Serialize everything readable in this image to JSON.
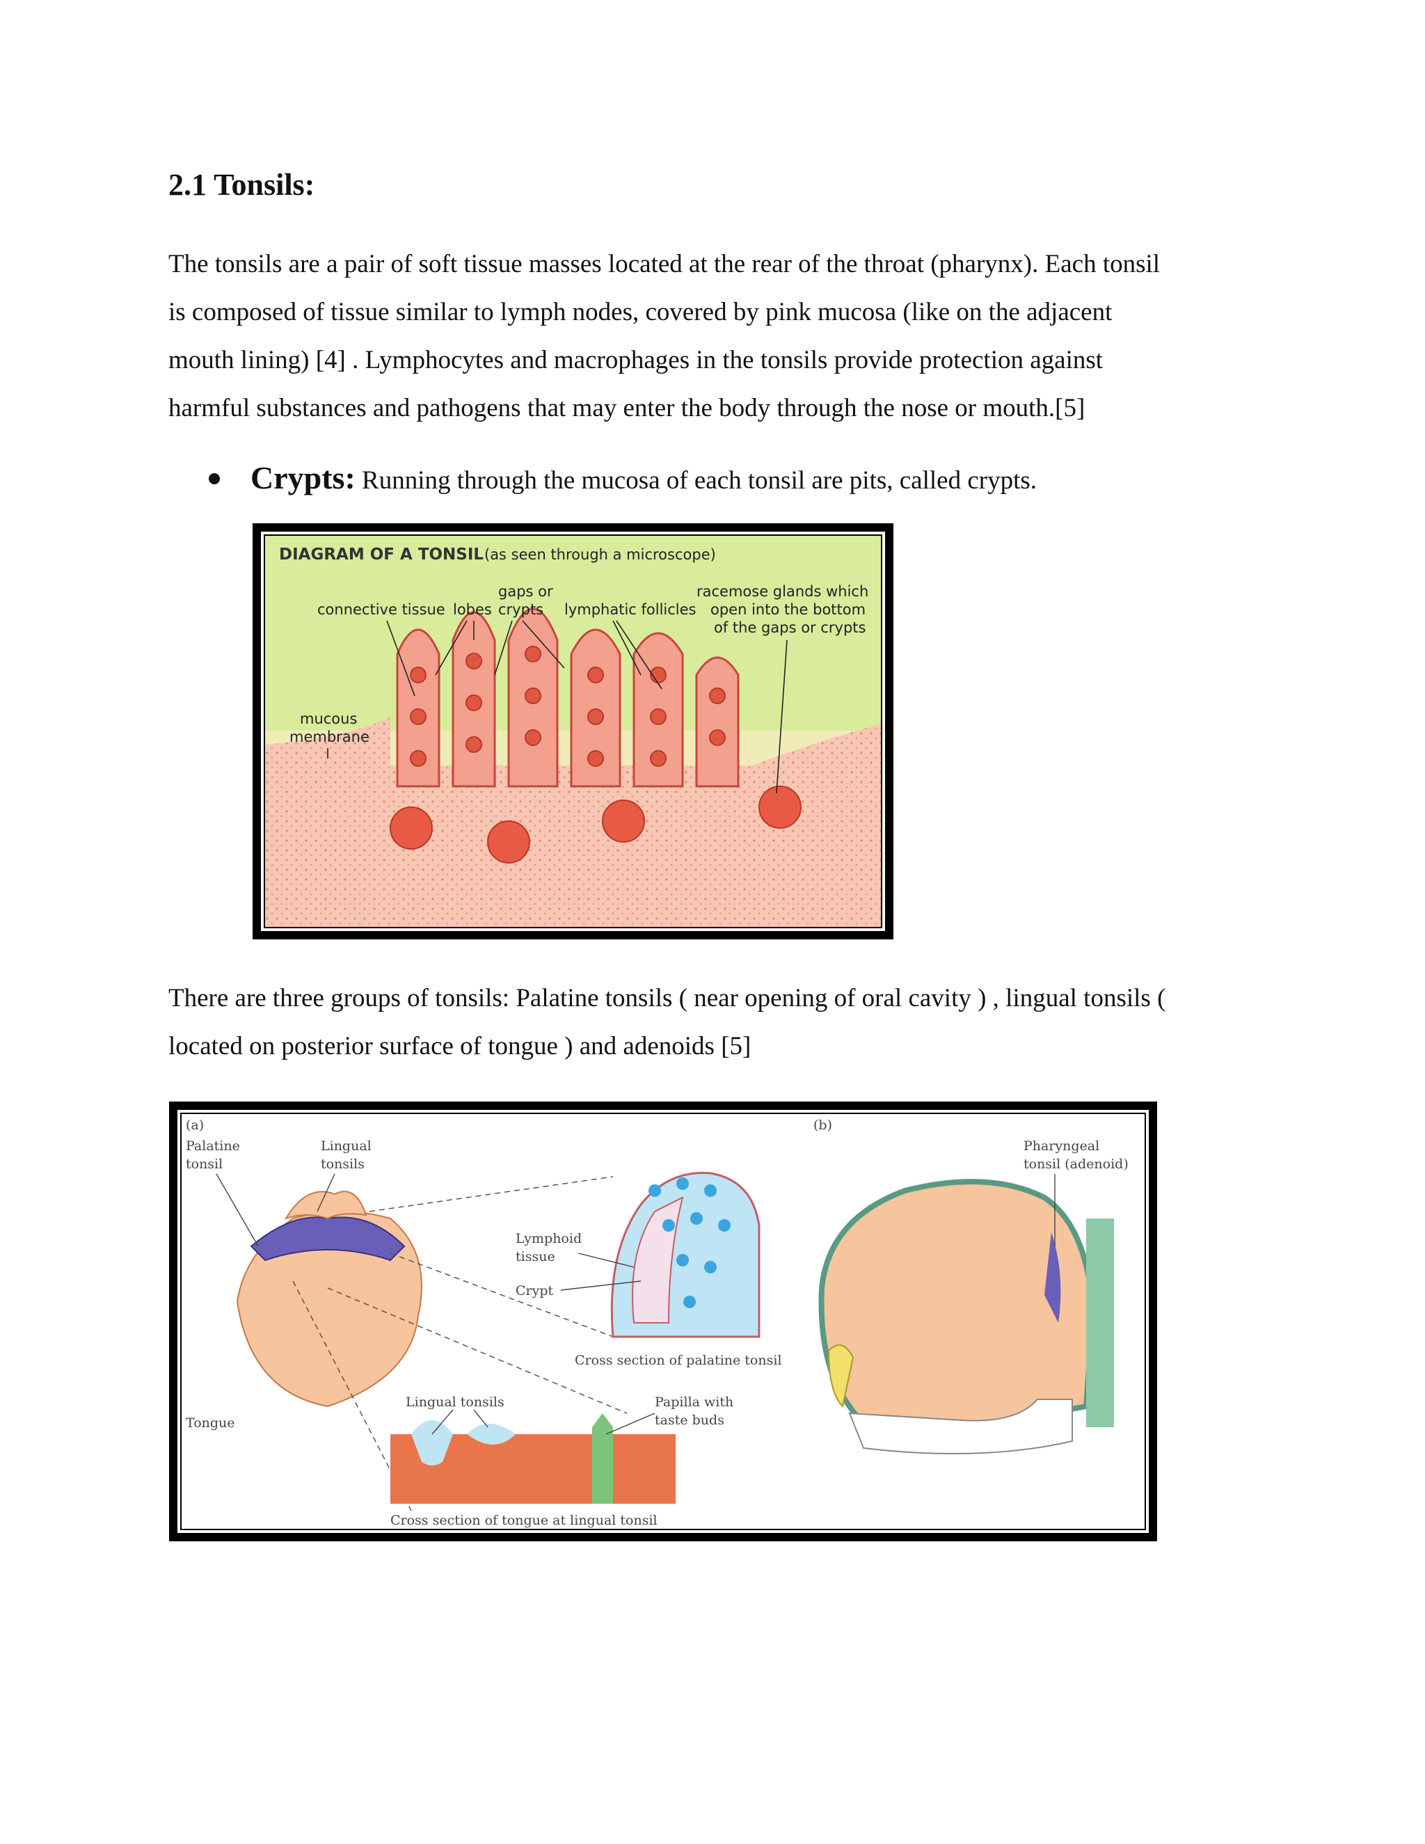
{
  "heading": "2.1 Tonsils:",
  "intro_lines": [
    "The tonsils  are a pair of soft tissue masses located at the rear of the throat (pharynx).  Each tonsil",
    "is composed of tissue similar  to lymph  nodes, covered by pink  mucosa  (like  on the adjacent",
    "mouth  lining)  [4] . Lymphocytes  and macrophages  in the tonsils  provide protection against",
    "harmful  substances and pathogens  that may enter the body through  the nose or mouth.[5]"
  ],
  "bullet": {
    "term": "Crypts:",
    "text": " Running  through  the mucosa of each tonsil  are pits,  called crypts."
  },
  "figure1": {
    "title": "DIAGRAM  OF  A  TONSIL",
    "subtitle": "(as seen through a microscope)",
    "labels": {
      "connective": "connective tissue",
      "lobes": "lobes",
      "gaps1": "gaps or",
      "gaps2": "crypts",
      "follicles": "lymphatic follicles",
      "glands1": "racemose glands which",
      "glands2": "open into the bottom",
      "glands3": "of the gaps or crypts",
      "mucous1": "mucous",
      "mucous2": "membrane"
    }
  },
  "groups_lines": [
    "There  are three  groups  of tonsils:  Palatine  tonsils  ( near opening  of oral cavity  ) , lingual  tonsils  (",
    "located  on posterior  surface  of tongue  ) and adenoids  [5]"
  ],
  "figure2": {
    "panel_a": "(a)",
    "panel_b": "(b)",
    "palatine1": "Palatine",
    "palatine2": "tonsil",
    "lingual1": "Lingual",
    "lingual2": "tonsils",
    "lymphoid1": "Lymphoid",
    "lymphoid2": "tissue",
    "crypt": "Crypt",
    "cross_palatine": "Cross section of palatine tonsil",
    "tongue": "Tongue",
    "lingual_tonsils": "Lingual tonsils",
    "papilla1": "Papilla with",
    "papilla2": "taste buds",
    "cross_tongue": "Cross section of tongue at lingual tonsil",
    "pharyngeal1": "Pharyngeal",
    "pharyngeal2": "tonsil (adenoid)"
  }
}
